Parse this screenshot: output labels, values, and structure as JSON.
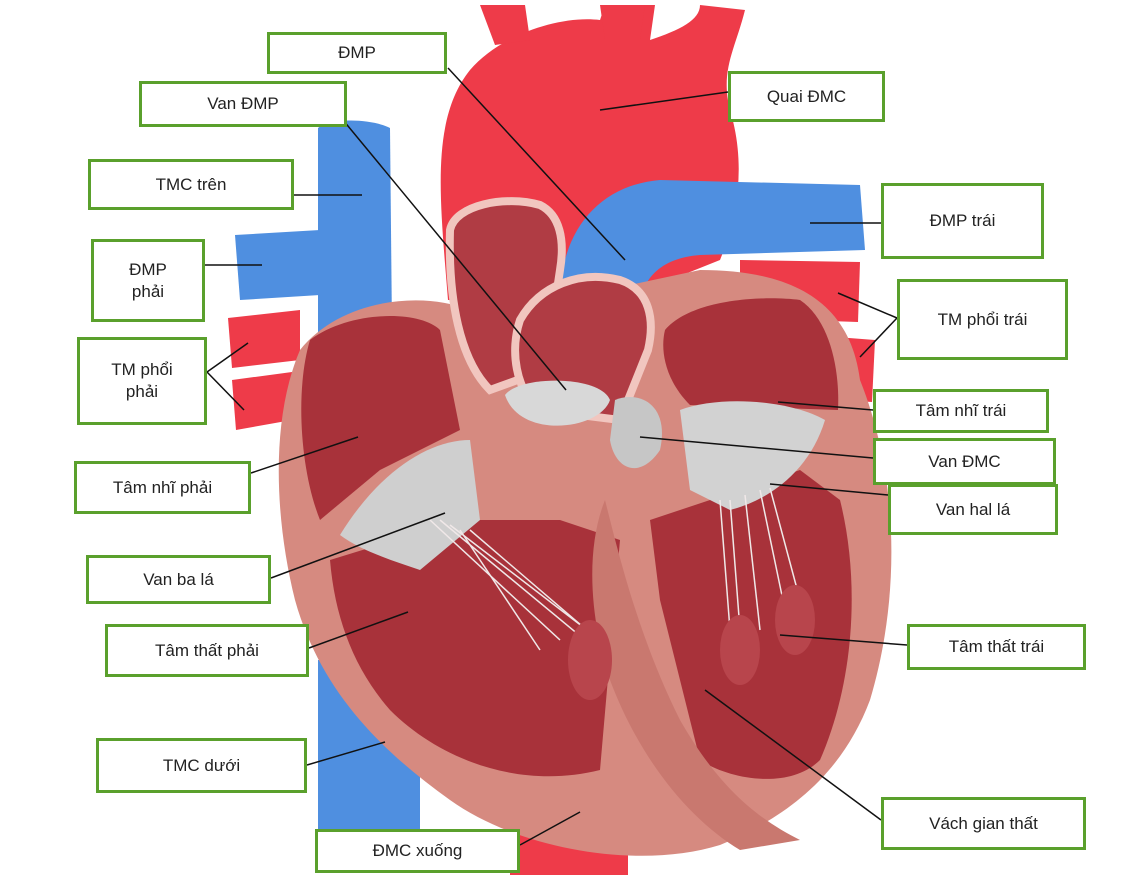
{
  "colors": {
    "artery": "#ee3b49",
    "vein": "#4f8fe0",
    "label_border": "#5aa02c"
  },
  "labels": {
    "dmp": "ĐMP",
    "quai_dmc": "Quai ĐMC",
    "van_dmp": "Van ĐMP",
    "tmc_tren": "TMC trên",
    "dmp_trai": "ĐMP trái",
    "dmp_phai": "ĐMP\nphải",
    "tm_phoi_trai": "TM phổi trái",
    "tm_phoi_phai": "TM phổi\nphải",
    "tam_nhi_trai": "Tâm nhĩ trái",
    "van_dmc": "Van ĐMC",
    "tam_nhi_phai": "Tâm nhĩ phải",
    "van_hai_la": "Van hal lá",
    "van_ba_la": "Van ba lá",
    "tam_that_phai": "Tâm thất phải",
    "tam_that_trai": "Tâm thất trái",
    "tmc_duoi": "TMC dưới",
    "vach_gian_that": "Vách gian thất",
    "dmc_xuong": "ĐMC xuống"
  }
}
